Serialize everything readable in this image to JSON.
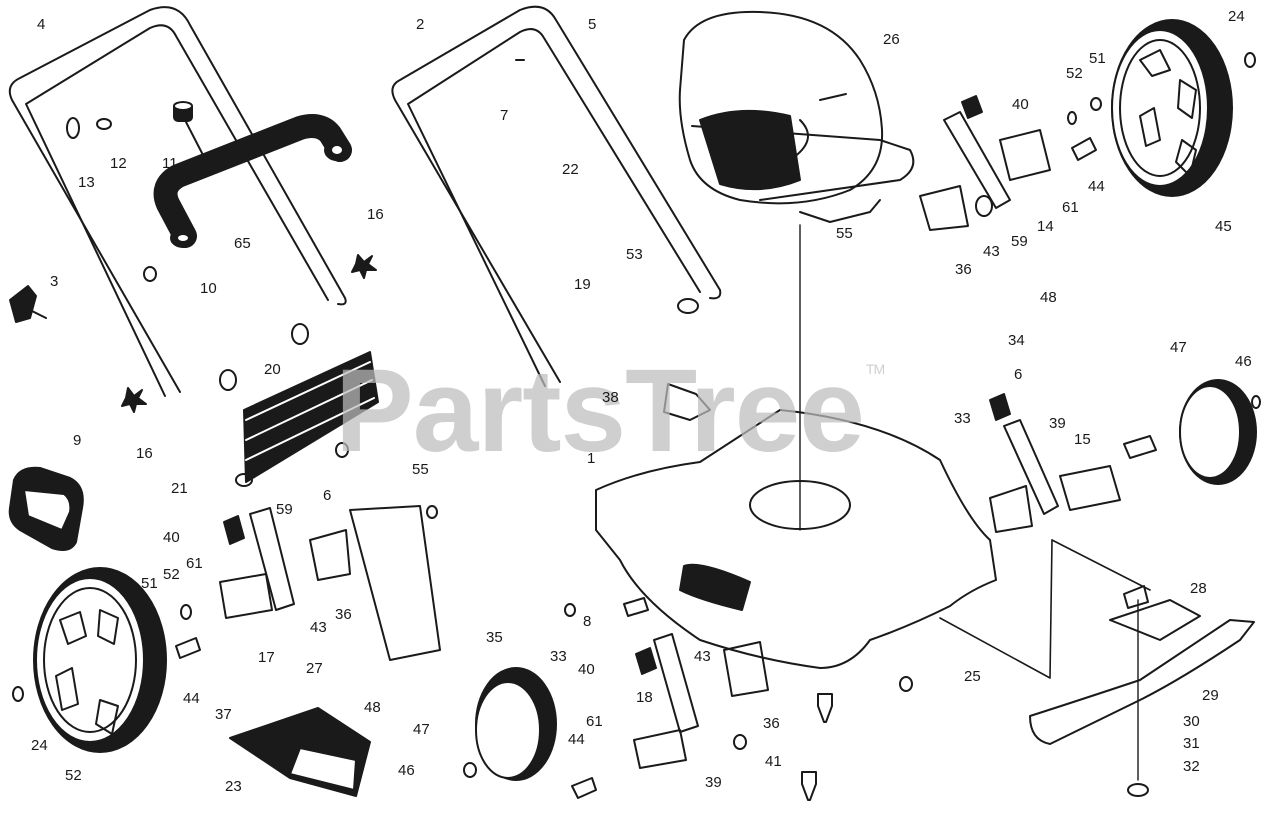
{
  "watermark": {
    "text": "PartsTree",
    "mark": "TM"
  },
  "colors": {
    "ink": "#1a1a1a",
    "watermark": "#bdbdbd",
    "background": "#ffffff"
  },
  "callouts": [
    "4",
    "2",
    "5",
    "26",
    "24",
    "52",
    "51",
    "40",
    "7",
    "22",
    "12",
    "11",
    "13",
    "16",
    "65",
    "3",
    "10",
    "53",
    "19",
    "55",
    "44",
    "61",
    "14",
    "45",
    "59",
    "43",
    "36",
    "48",
    "34",
    "20",
    "47",
    "46",
    "6",
    "38",
    "33",
    "39",
    "15",
    "9",
    "16",
    "21",
    "55",
    "1",
    "6",
    "59",
    "40",
    "52",
    "61",
    "51",
    "43",
    "36",
    "8",
    "35",
    "33",
    "40",
    "43",
    "17",
    "27",
    "44",
    "37",
    "48",
    "47",
    "18",
    "36",
    "24",
    "46",
    "23",
    "61",
    "44",
    "41",
    "39",
    "25",
    "28",
    "29",
    "30",
    "31",
    "32"
  ]
}
